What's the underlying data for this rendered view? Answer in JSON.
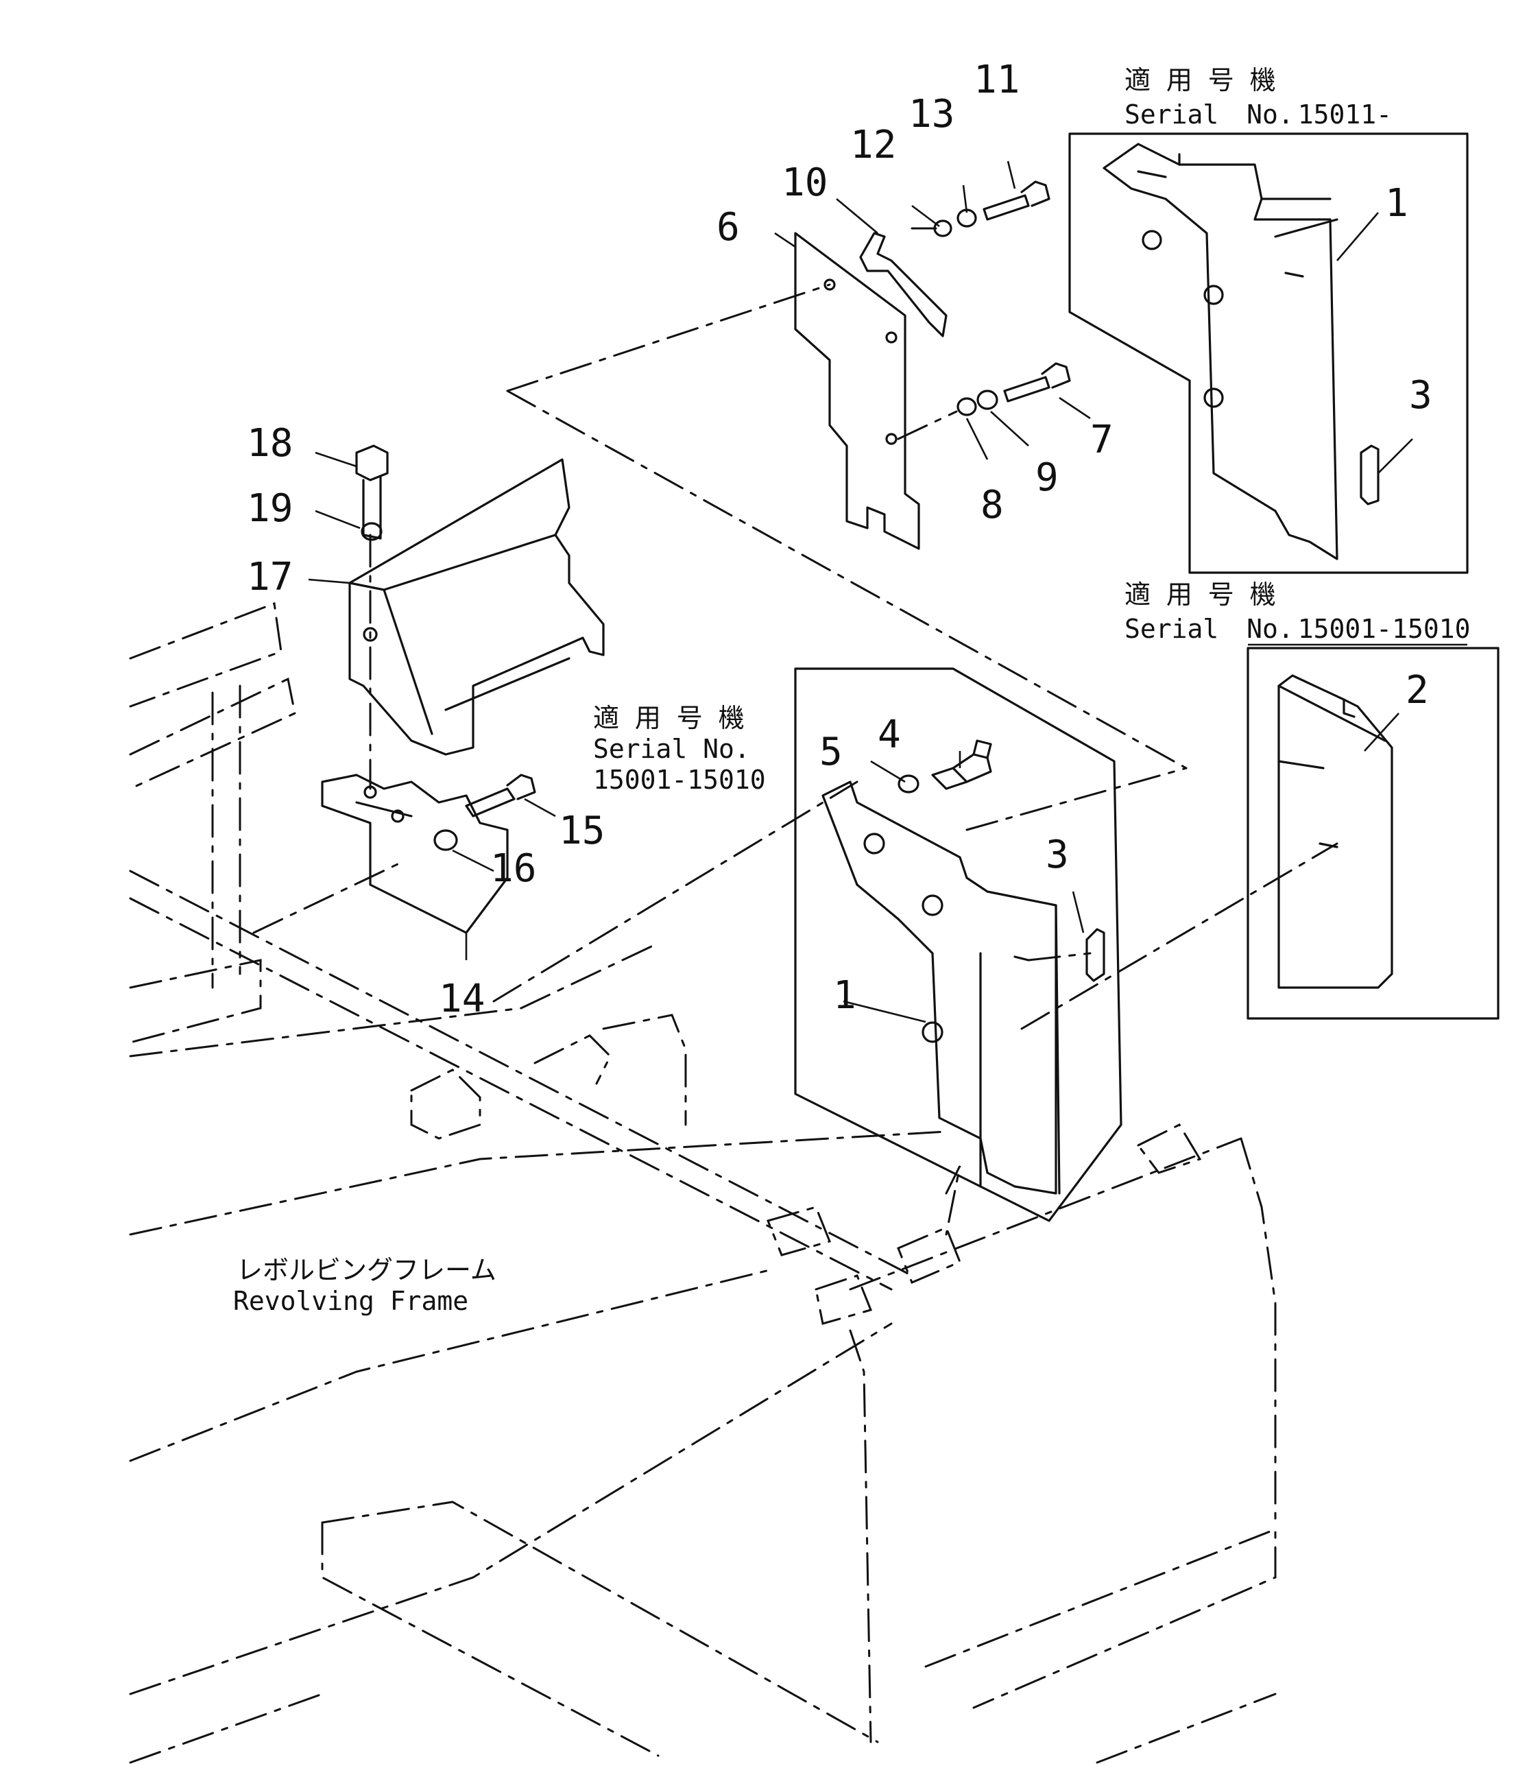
{
  "callouts": [
    "1",
    "2",
    "3",
    "4",
    "5",
    "6",
    "7",
    "8",
    "9",
    "10",
    "11",
    "12",
    "13",
    "14",
    "15",
    "16",
    "17",
    "18",
    "19"
  ],
  "serial_boxes": {
    "top_right": {
      "jp": "適 用 号 機",
      "en_prefix": "Serial ",
      "en_no": "No.",
      "en_range": "15011-"
    },
    "mid_right": {
      "jp": "適 用 号 機",
      "en_prefix": "Serial ",
      "en_no": "No.",
      "en_range": "15001-15010"
    },
    "center": {
      "jp": "適 用 号 機",
      "line2": "Serial No.",
      "line3": "15001-15010"
    }
  },
  "frame_label": {
    "jp": "レボルビングフレーム",
    "en": "Revolving Frame"
  }
}
